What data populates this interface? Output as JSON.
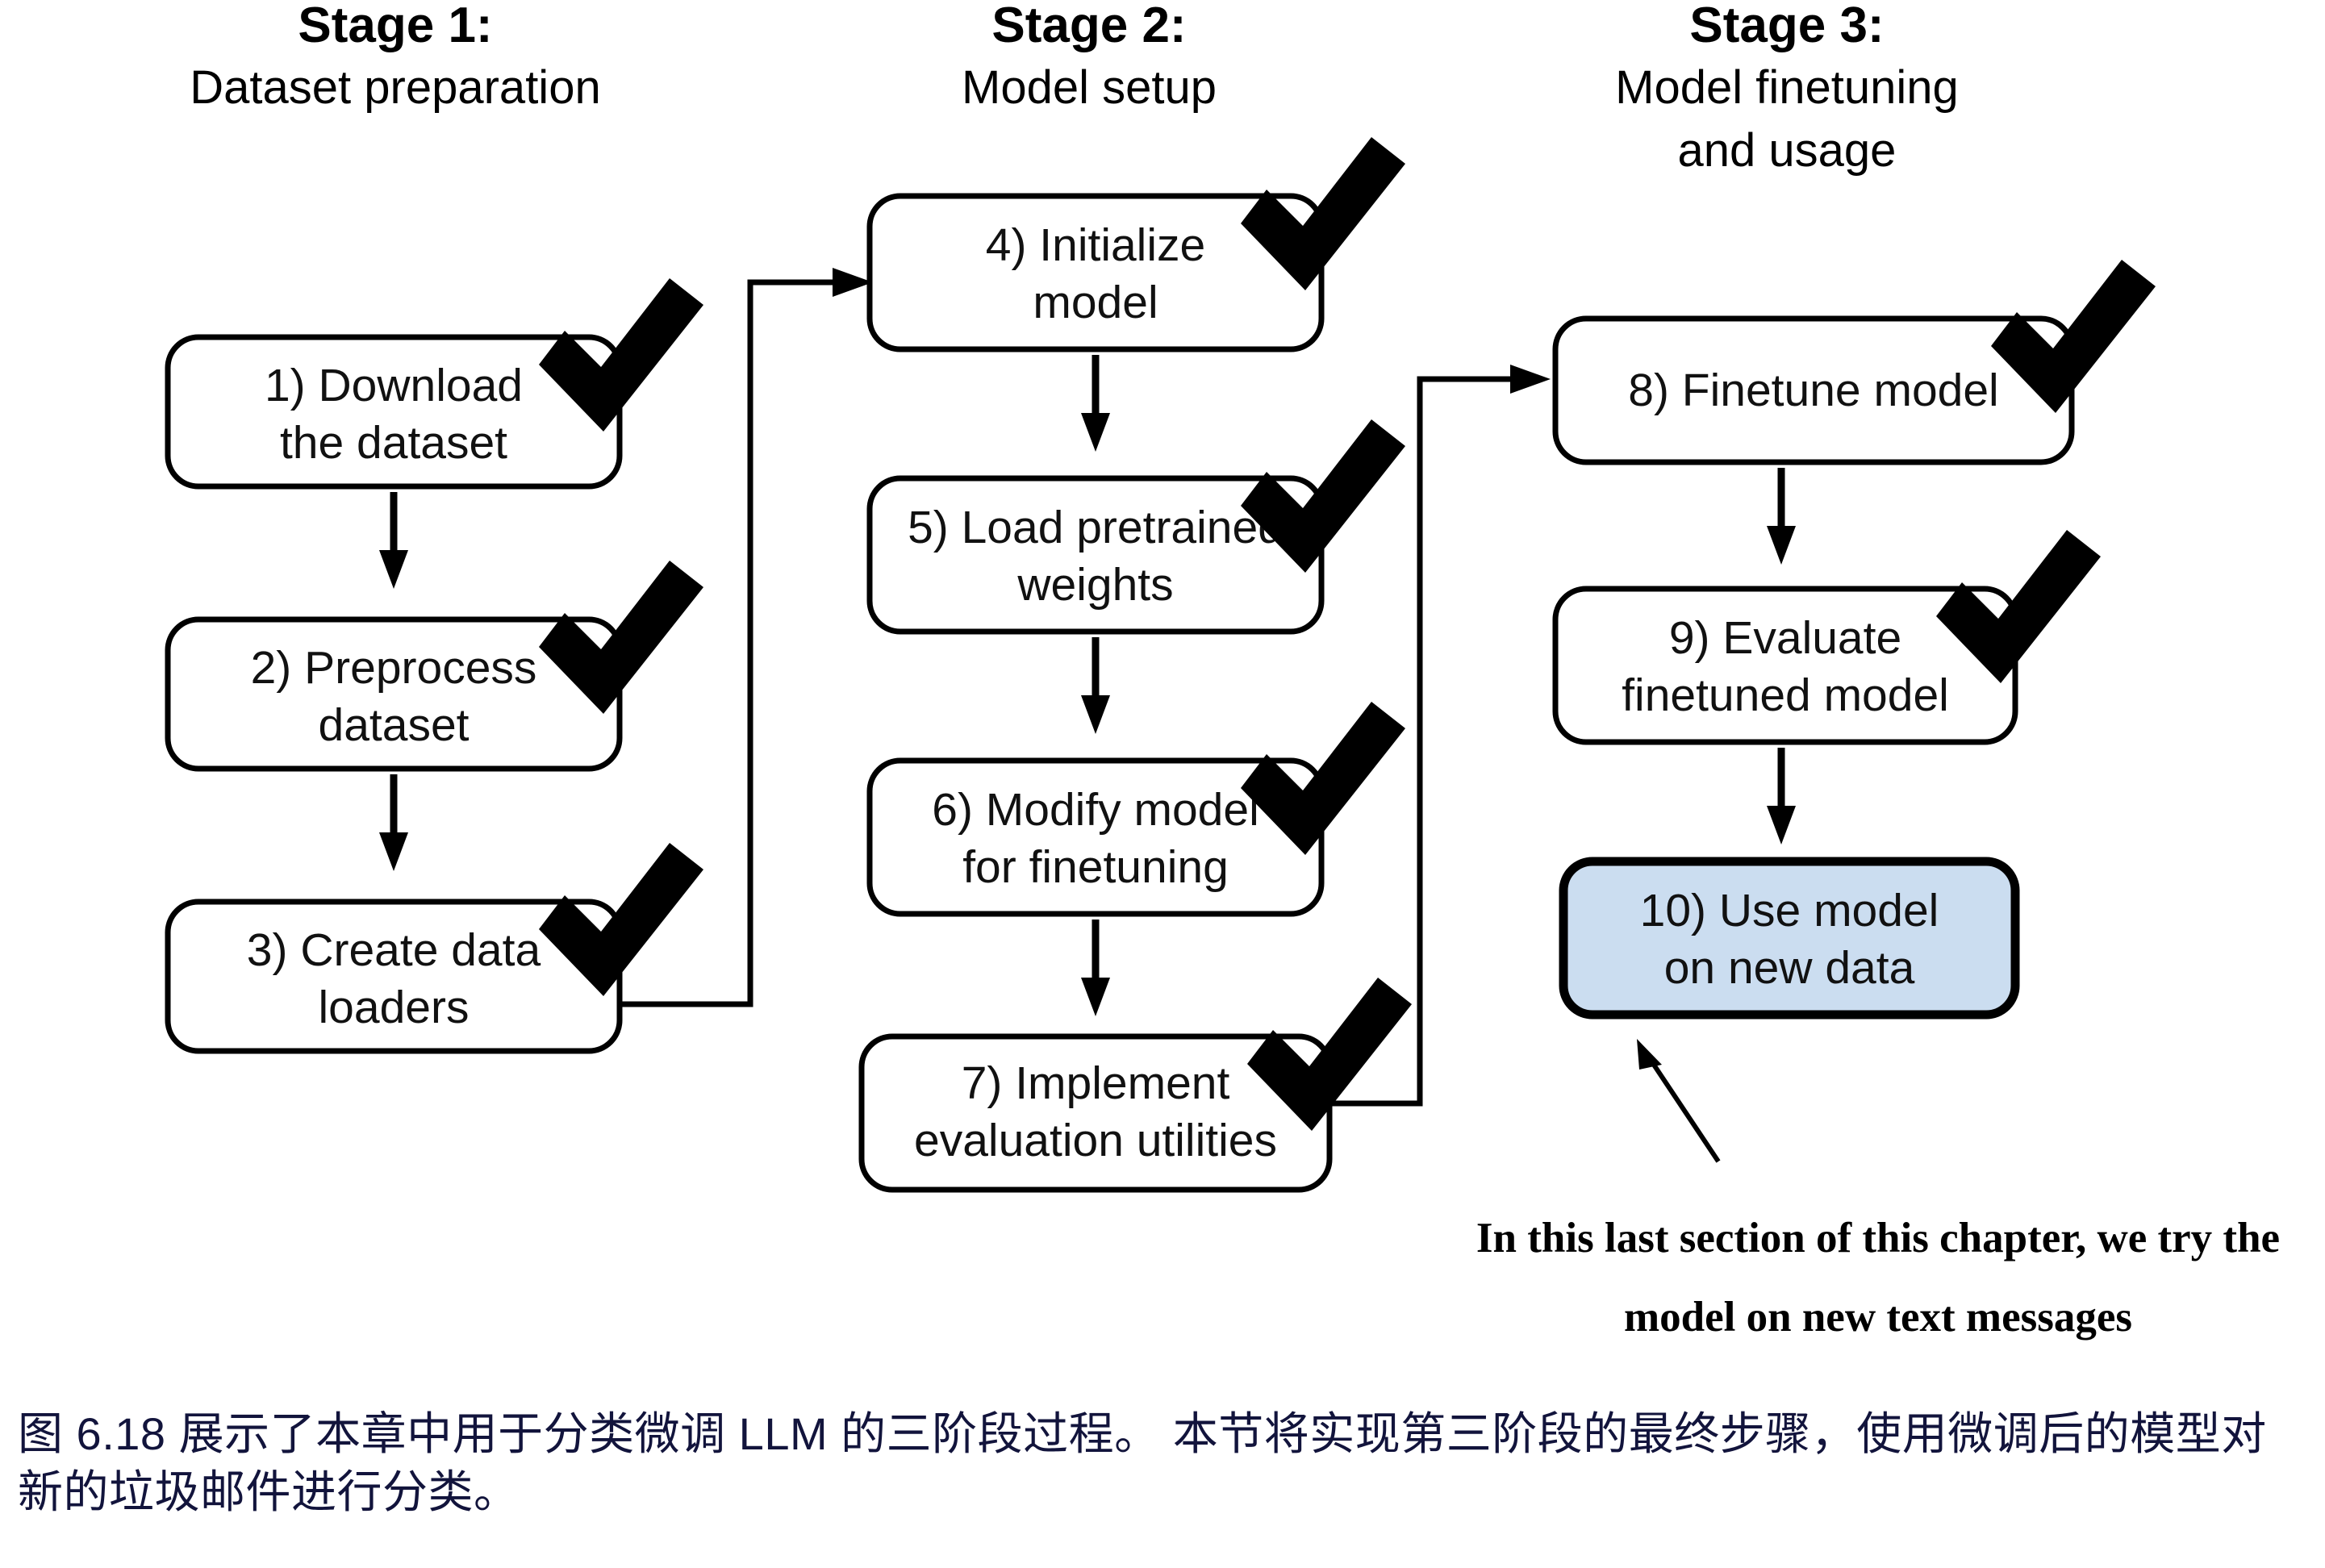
{
  "figure": {
    "stages": [
      {
        "id": "stage-1",
        "number": "Stage 1:",
        "name": "Dataset preparation"
      },
      {
        "id": "stage-2",
        "number": "Stage 2:",
        "name": "Model setup"
      },
      {
        "id": "stage-3",
        "number": "Stage 3:",
        "name_line1": "Model finetuning",
        "name_line2": "and usage"
      }
    ],
    "steps": [
      {
        "id": "step-1",
        "line1": "1) Download",
        "line2": "the dataset",
        "checked": true,
        "highlight": false
      },
      {
        "id": "step-2",
        "line1": "2) Preprocess",
        "line2": "dataset",
        "checked": true,
        "highlight": false
      },
      {
        "id": "step-3",
        "line1": "3) Create data",
        "line2": "loaders",
        "checked": true,
        "highlight": false
      },
      {
        "id": "step-4",
        "line1": "4) Initialize",
        "line2": "model",
        "checked": true,
        "highlight": false
      },
      {
        "id": "step-5",
        "line1": "5) Load pretrained",
        "line2": "weights",
        "checked": true,
        "highlight": false
      },
      {
        "id": "step-6",
        "line1": "6) Modify model",
        "line2": "for finetuning",
        "checked": true,
        "highlight": false
      },
      {
        "id": "step-7",
        "line1": "7) Implement",
        "line2": "evaluation utilities",
        "checked": true,
        "highlight": false
      },
      {
        "id": "step-8",
        "line1": "8) Finetune model",
        "line2": "",
        "checked": true,
        "highlight": false
      },
      {
        "id": "step-9",
        "line1": "9) Evaluate",
        "line2": "finetuned model",
        "checked": true,
        "highlight": false
      },
      {
        "id": "step-10",
        "line1": "10) Use model",
        "line2": "on new data",
        "checked": false,
        "highlight": true
      }
    ],
    "annotation": {
      "line1": "In this last section of this chapter, we try the",
      "line2": "model on new text messages"
    },
    "colors": {
      "highlight_fill": "#cbddf0",
      "stroke": "#000000",
      "caption_text": "#12143c"
    }
  },
  "caption": {
    "text": "图 6.18 展示了本章中用于分类微调 LLM 的三阶段过程。 本节将实现第三阶段的最终步骤，使用微调后的模型对新的垃圾邮件进行分类。"
  }
}
